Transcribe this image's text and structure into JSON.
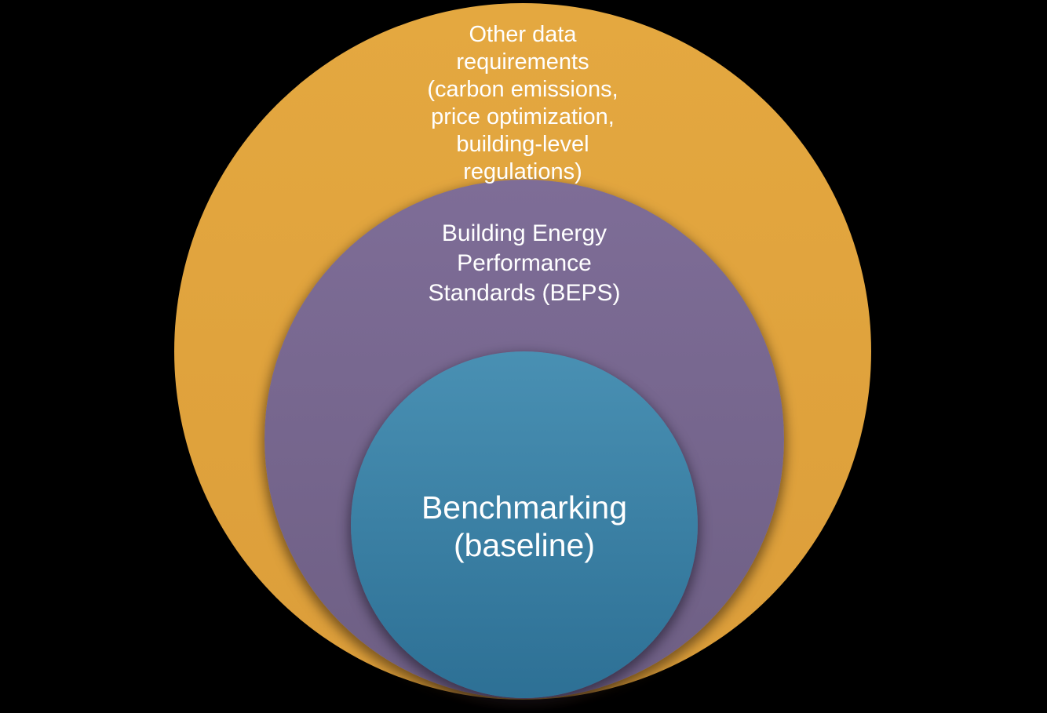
{
  "canvas": {
    "background_color": "#000000",
    "text_color": "#FFFFFF"
  },
  "diagram": {
    "type": "nested-circles",
    "levels": [
      {
        "id": "other-data-requirements",
        "label_lines": [
          "Other data",
          "requirements",
          "(carbon emissions,",
          "price optimization,",
          "building-level",
          "regulations)"
        ],
        "fill_color": "#E0A23E"
      },
      {
        "id": "building-energy-performance-standards",
        "label_lines": [
          "Building Energy",
          "Performance",
          "Standards (BEPS)"
        ],
        "fill_color": "#796890"
      },
      {
        "id": "benchmarking-baseline",
        "label_lines": [
          "Benchmarking",
          "(baseline)"
        ],
        "fill_color_top": "#4990B3",
        "fill_color_bottom": "#2D7095"
      }
    ]
  }
}
